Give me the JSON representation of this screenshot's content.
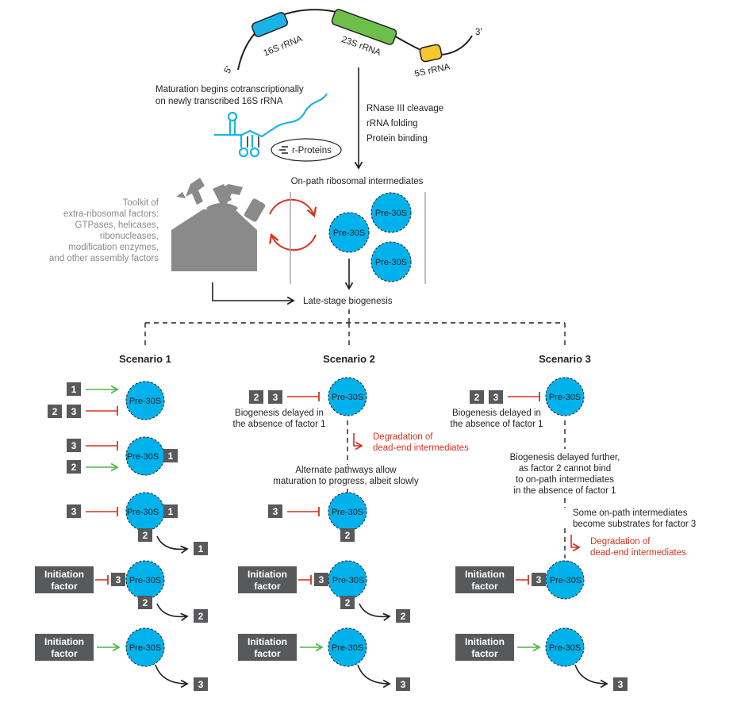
{
  "colors": {
    "cyan": "#00b2ec",
    "gene16S": "#1ab3e6",
    "gene23S": "#6cc04a",
    "gene5S": "#f3c72e",
    "inhibit_red": "#d8321e",
    "activate_green": "#4cb848",
    "box_gray": "#58595b",
    "toolkit_gray": "#8a8a8a"
  },
  "operon": {
    "five_prime": "5'",
    "three_prime": "3'",
    "gene_16s": "16S rRNA",
    "gene_23s": "23S rRNA",
    "gene_5s": "5S rRNA"
  },
  "top": {
    "maturation_line1": "Maturation begins cotranscriptionally",
    "maturation_line2": "on newly transcribed 16S rRNA",
    "processing": [
      "RNase III cleavage",
      "rRNA folding",
      "Protein binding"
    ],
    "r_proteins": "r-Proteins",
    "on_path": "On-path ribosomal intermediates",
    "toolkit": [
      "Toolkit of",
      "extra-ribosomal factors:",
      "GTPases, helicases,",
      "ribonucleases,",
      "modification enzymes,",
      "and other assembly factors"
    ],
    "late_stage": "Late-stage biogenesis"
  },
  "pre30s": "Pre-30S",
  "initiation_factor": [
    "Initiation",
    "factor"
  ],
  "factor_numbers": {
    "f1": "1",
    "f2": "2",
    "f3": "3"
  },
  "scenario1": {
    "title": "Scenario 1"
  },
  "scenario2": {
    "title": "Scenario 2",
    "delayed": [
      "Biogenesis delayed in",
      "the absence of factor 1"
    ],
    "degradation": [
      "Degradation of",
      "dead-end intermediates"
    ],
    "alternate": [
      "Alternate pathways allow",
      "maturation to progress, albeit slowly"
    ]
  },
  "scenario3": {
    "title": "Scenario 3",
    "delayed": [
      "Biogenesis delayed in",
      "the absence of factor 1"
    ],
    "delayed_further": [
      "Biogenesis delayed further,",
      "as factor 2 cannot bind",
      "to on-path intermediates",
      "in the absence of factor 1"
    ],
    "substrates": [
      "Some on-path intermediates",
      "become substrates for factor 3"
    ],
    "degradation": [
      "Degradation of",
      "dead-end intermediates"
    ]
  }
}
